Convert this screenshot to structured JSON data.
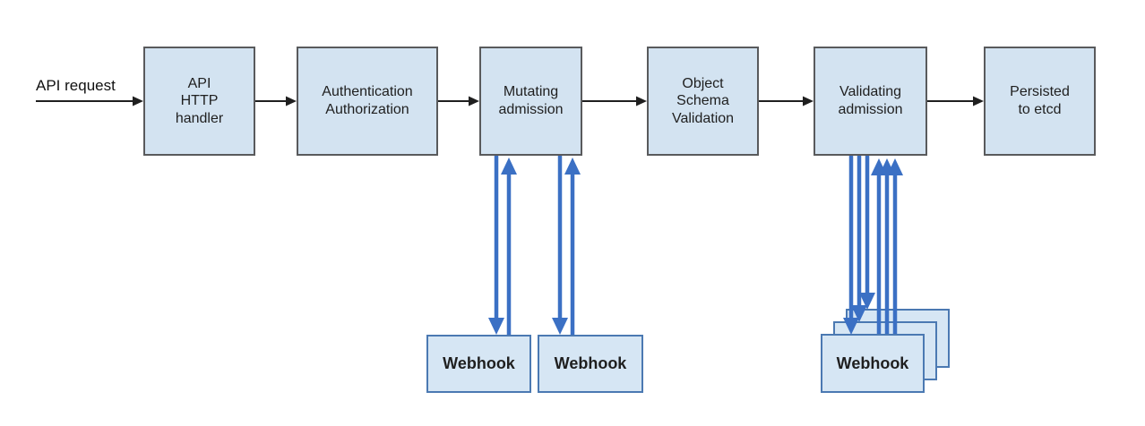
{
  "diagram": {
    "request_label": "API request",
    "nodes": [
      {
        "id": "api-http-handler",
        "label": "API\nHTTP\nhandler"
      },
      {
        "id": "authentication-authorization",
        "label": "Authentication\nAuthorization"
      },
      {
        "id": "mutating-admission",
        "label": "Mutating\nadmission"
      },
      {
        "id": "object-schema-validation",
        "label": "Object\nSchema\nValidation"
      },
      {
        "id": "validating-admission",
        "label": "Validating\nadmission"
      },
      {
        "id": "persisted-to-etcd",
        "label": "Persisted\nto etcd"
      }
    ],
    "webhooks": {
      "mutating": [
        "Webhook",
        "Webhook"
      ],
      "validating": [
        "Webhook"
      ]
    },
    "colors": {
      "node_fill": "#d3e3f1",
      "node_border": "#595a5c",
      "webhook_fill": "#d6e6f4",
      "webhook_border": "#4b79b2",
      "flow_arrow": "#1f1f1f",
      "webhook_arrow": "#3b70c4"
    }
  }
}
